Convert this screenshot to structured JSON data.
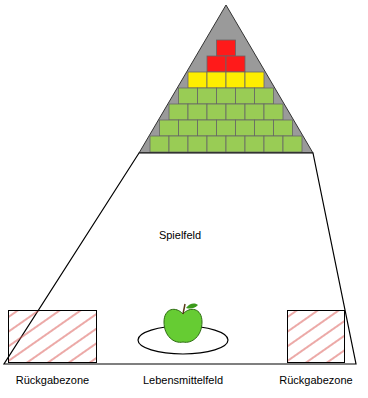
{
  "diagram": {
    "nodes": [
      {
        "text": [
          "Spielfeld"
        ]
      },
      {
        "text": [
          "Rückgabezone"
        ],
        "in": 0
      },
      {
        "text": [
          "Lebensmittelfeld"
        ],
        "in": 0
      },
      {
        "text": [
          "Rückgabezone"
        ],
        "in": 0
      }
    ]
  }
}
